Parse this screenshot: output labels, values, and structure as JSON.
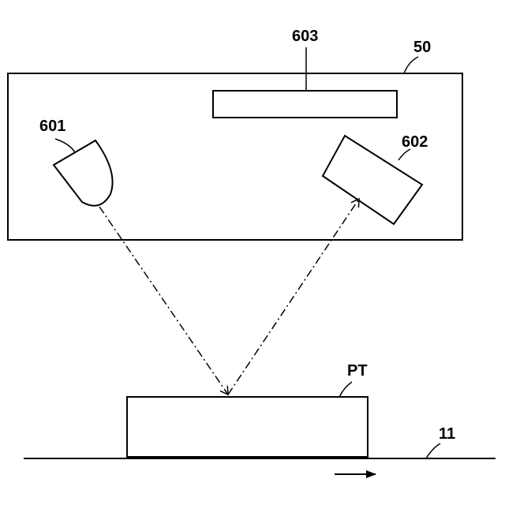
{
  "labels": {
    "housing": "50",
    "light_source": "601",
    "light_receiver": "602",
    "top_element": "603",
    "print_target": "PT",
    "conveyor": "11"
  },
  "colors": {
    "stroke": "#000000",
    "background": "#ffffff"
  }
}
